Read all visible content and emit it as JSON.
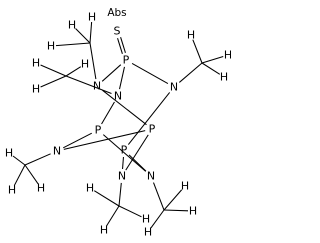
{
  "structure": {
    "stereo_flag": "Abs",
    "atoms": [
      {
        "id": "S",
        "symbol": "S"
      },
      {
        "id": "P1",
        "symbol": "P"
      },
      {
        "id": "N1",
        "symbol": "N"
      },
      {
        "id": "N2",
        "symbol": "N"
      },
      {
        "id": "P2",
        "symbol": "P"
      },
      {
        "id": "P3",
        "symbol": "P"
      },
      {
        "id": "P4",
        "symbol": "P"
      },
      {
        "id": "N3",
        "symbol": "N"
      },
      {
        "id": "N4",
        "symbol": "N"
      },
      {
        "id": "N5",
        "symbol": "N"
      },
      {
        "id": "N6",
        "symbol": "N"
      },
      {
        "id": "H1",
        "symbol": "H"
      },
      {
        "id": "H2",
        "symbol": "H"
      },
      {
        "id": "H3",
        "symbol": "H"
      },
      {
        "id": "H4",
        "symbol": "H"
      },
      {
        "id": "H5",
        "symbol": "H"
      },
      {
        "id": "H6",
        "symbol": "H"
      },
      {
        "id": "H7",
        "symbol": "H"
      },
      {
        "id": "H8",
        "symbol": "H"
      },
      {
        "id": "H9",
        "symbol": "H"
      },
      {
        "id": "H10",
        "symbol": "H"
      },
      {
        "id": "H11",
        "symbol": "H"
      },
      {
        "id": "H12",
        "symbol": "H"
      },
      {
        "id": "H13",
        "symbol": "H"
      },
      {
        "id": "H14",
        "symbol": "H"
      },
      {
        "id": "H15",
        "symbol": "H"
      },
      {
        "id": "H16",
        "symbol": "H"
      },
      {
        "id": "H17",
        "symbol": "H"
      },
      {
        "id": "H18",
        "symbol": "H"
      }
    ],
    "bonds": [
      {
        "a": "S",
        "b": "P1",
        "order": 2
      },
      {
        "a": "P1",
        "b": "N1",
        "order": 1
      },
      {
        "a": "P1",
        "b": "N2",
        "order": 1
      },
      {
        "a": "P1",
        "b": "N3",
        "order": 1
      },
      {
        "a": "N1",
        "b": "P2",
        "order": 1
      },
      {
        "a": "N2",
        "b": "P3",
        "order": 1
      },
      {
        "a": "N3",
        "b": "P4",
        "order": 1
      },
      {
        "a": "P2",
        "b": "N5",
        "order": 1
      },
      {
        "a": "P2",
        "b": "N4",
        "order": 1
      },
      {
        "a": "P3",
        "b": "N4",
        "order": 1
      },
      {
        "a": "P3",
        "b": "N6",
        "order": 1
      },
      {
        "a": "P4",
        "b": "N5",
        "order": 1
      },
      {
        "a": "P4",
        "b": "N6",
        "order": 1
      },
      {
        "a": "N1",
        "b": "C1",
        "order": 1
      },
      {
        "a": "N2",
        "b": "C2",
        "order": 1
      },
      {
        "a": "N3",
        "b": "C3",
        "order": 1
      },
      {
        "a": "N4",
        "b": "C4",
        "order": 1
      },
      {
        "a": "N5",
        "b": "C5",
        "order": 1
      },
      {
        "a": "N6",
        "b": "C6",
        "order": 1
      },
      {
        "a": "C1",
        "b": "H1",
        "order": 1
      },
      {
        "a": "C1",
        "b": "H2",
        "order": 1
      },
      {
        "a": "C1",
        "b": "H3",
        "order": 1
      },
      {
        "a": "C2",
        "b": "H4",
        "order": 1
      },
      {
        "a": "C2",
        "b": "H5",
        "order": 1
      },
      {
        "a": "C2",
        "b": "H6",
        "order": 1
      },
      {
        "a": "C3",
        "b": "H7",
        "order": 1
      },
      {
        "a": "C3",
        "b": "H8",
        "order": 1
      },
      {
        "a": "C3",
        "b": "H9",
        "order": 1
      },
      {
        "a": "C4",
        "b": "H10",
        "order": 1
      },
      {
        "a": "C4",
        "b": "H11",
        "order": 1
      },
      {
        "a": "C4",
        "b": "H12",
        "order": 1
      },
      {
        "a": "C5",
        "b": "H13",
        "order": 1
      },
      {
        "a": "C5",
        "b": "H14",
        "order": 1
      },
      {
        "a": "C5",
        "b": "H15",
        "order": 1
      },
      {
        "a": "C6",
        "b": "H16",
        "order": 1
      },
      {
        "a": "C6",
        "b": "H17",
        "order": 1
      },
      {
        "a": "C6",
        "b": "H18",
        "order": 1
      }
    ]
  }
}
